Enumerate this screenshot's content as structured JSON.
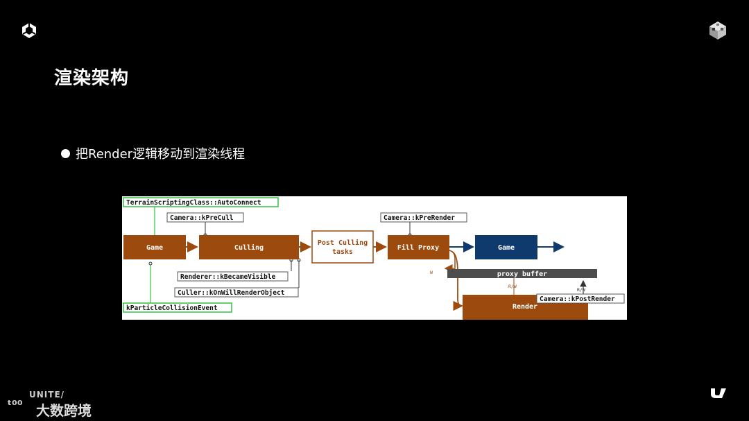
{
  "slide": {
    "title": "渲染架构",
    "bullet": "把Render逻辑移动到渲染线程"
  },
  "brand": {
    "event": "UNITE/",
    "name": "大数跨境",
    "top_left_logo": "unity-logo-icon",
    "top_right_logo": "unity-cube-icon",
    "bottom_right_logo": "u-logo-icon"
  },
  "diagram": {
    "nodes": {
      "game": "Game",
      "culling": "Culling",
      "post_culling": [
        "Post Culling",
        "tasks"
      ],
      "fill_proxy": "Fill Proxy",
      "game_out": "Game",
      "proxy_buffer": "proxy buffer",
      "render": "Render"
    },
    "callouts": {
      "terrain": "TerrainScriptingClass::AutoConnect",
      "particle": "kParticleCollisionEvent",
      "precull": "Camera::kPreCull",
      "became_visible": "Renderer::kBecameVisible",
      "will_render": "Culler::kOnWillRenderObject",
      "prerender": "Camera::kPreRender",
      "postrender": "Camera::kPostRender"
    },
    "edge_labels": {
      "w": "W",
      "rw1": "R/W",
      "rw2": "R/W"
    },
    "colors": {
      "orange": "#9c4a0e",
      "navy": "#0f3a6e",
      "green": "#31c13f",
      "buffer": "#4d4d4d"
    }
  }
}
